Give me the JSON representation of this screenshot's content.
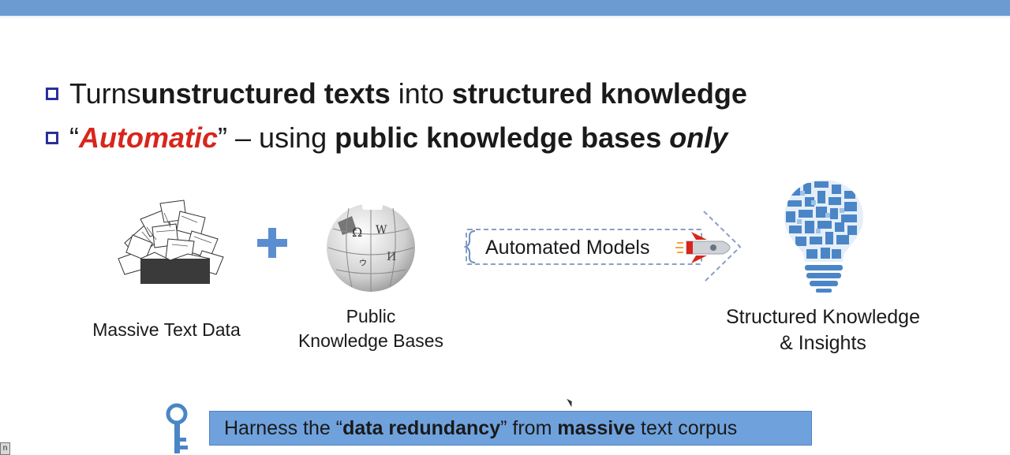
{
  "bullets": {
    "line1": {
      "a": "Turns ",
      "b": "unstructured texts",
      "c": " into ",
      "d": "structured knowledge"
    },
    "line2": {
      "q_open": "“",
      "auto": "Automatic",
      "q_close": "”",
      "dash": " – using ",
      "bold": "public knowledge bases ",
      "ital": "only"
    }
  },
  "diagram": {
    "text_data_label": "Massive Text Data",
    "kb_label_1": "Public",
    "kb_label_2": "Knowledge Bases",
    "models_label": "Automated Models",
    "output_label_1": "Structured Knowledge",
    "output_label_2": "& Insights"
  },
  "banner": {
    "a": "Harness the “",
    "b": "data redundancy",
    "c": "” from ",
    "d": "massive",
    "e": " text corpus"
  },
  "corner_tab": "n",
  "colors": {
    "accent_red": "#d8261c",
    "banner_blue": "#6fa2dd",
    "topbar_blue": "#6b9bd1",
    "plus_blue": "#5b8ed1"
  }
}
